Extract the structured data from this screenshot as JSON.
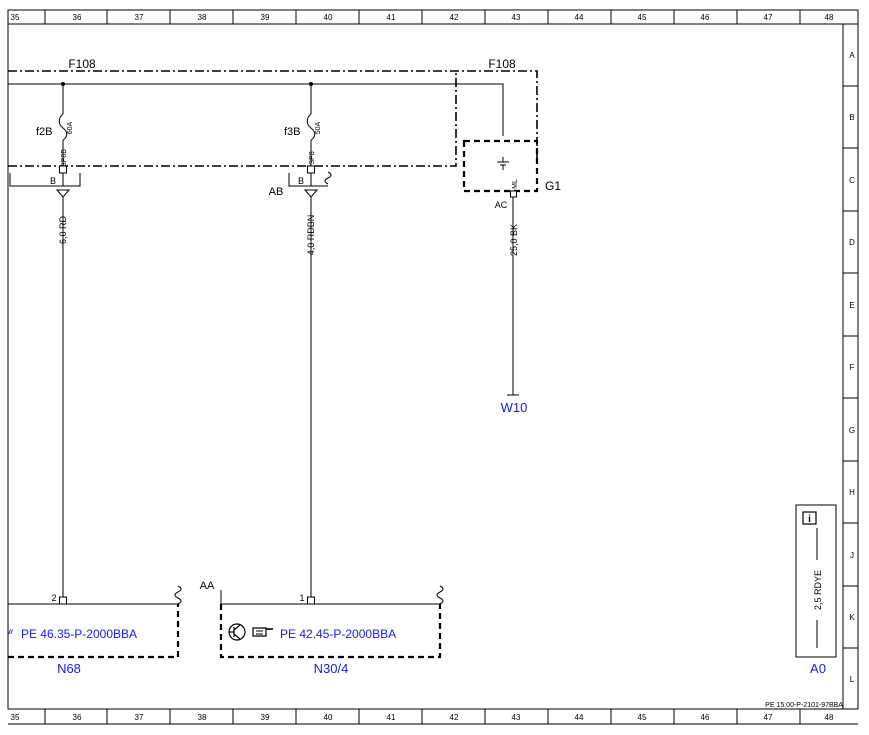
{
  "columns": [
    "35",
    "36",
    "37",
    "38",
    "39",
    "40",
    "41",
    "42",
    "43",
    "44",
    "45",
    "46",
    "47",
    "48"
  ],
  "rows": [
    "A",
    "B",
    "C",
    "D",
    "E",
    "F",
    "G",
    "H",
    "J",
    "K",
    "L"
  ],
  "fuse_box": {
    "label_left": "F108",
    "label_right": "F108"
  },
  "fuses": [
    {
      "name": "f2B",
      "rating": "60A",
      "pin": "SP8B",
      "connector": "B"
    },
    {
      "name": "f3B",
      "rating": "50A",
      "pin": "SP8",
      "connector": "B",
      "connector_group": "AB"
    }
  ],
  "battery": {
    "name": "G1",
    "pin": "ML",
    "connector": "AC"
  },
  "wires": [
    {
      "spec": "6,0 RD"
    },
    {
      "spec": "4,0 RDBN"
    },
    {
      "spec": "25,0 BK"
    }
  ],
  "ground": {
    "name": "W10"
  },
  "modules": [
    {
      "name": "N68",
      "pin": "2",
      "ref": "PE 46.35-P-2000BBA"
    },
    {
      "name": "N30/4",
      "pin": "1",
      "ref": "PE 42.45-P-2000BBA",
      "connector_group": "AA"
    }
  ],
  "legend": {
    "info_icon": "info-icon",
    "wire": "2,5 RDYE",
    "name": "A0"
  },
  "footer": {
    "doc_ref": "PE 15.00-P-2101-97BBA"
  }
}
